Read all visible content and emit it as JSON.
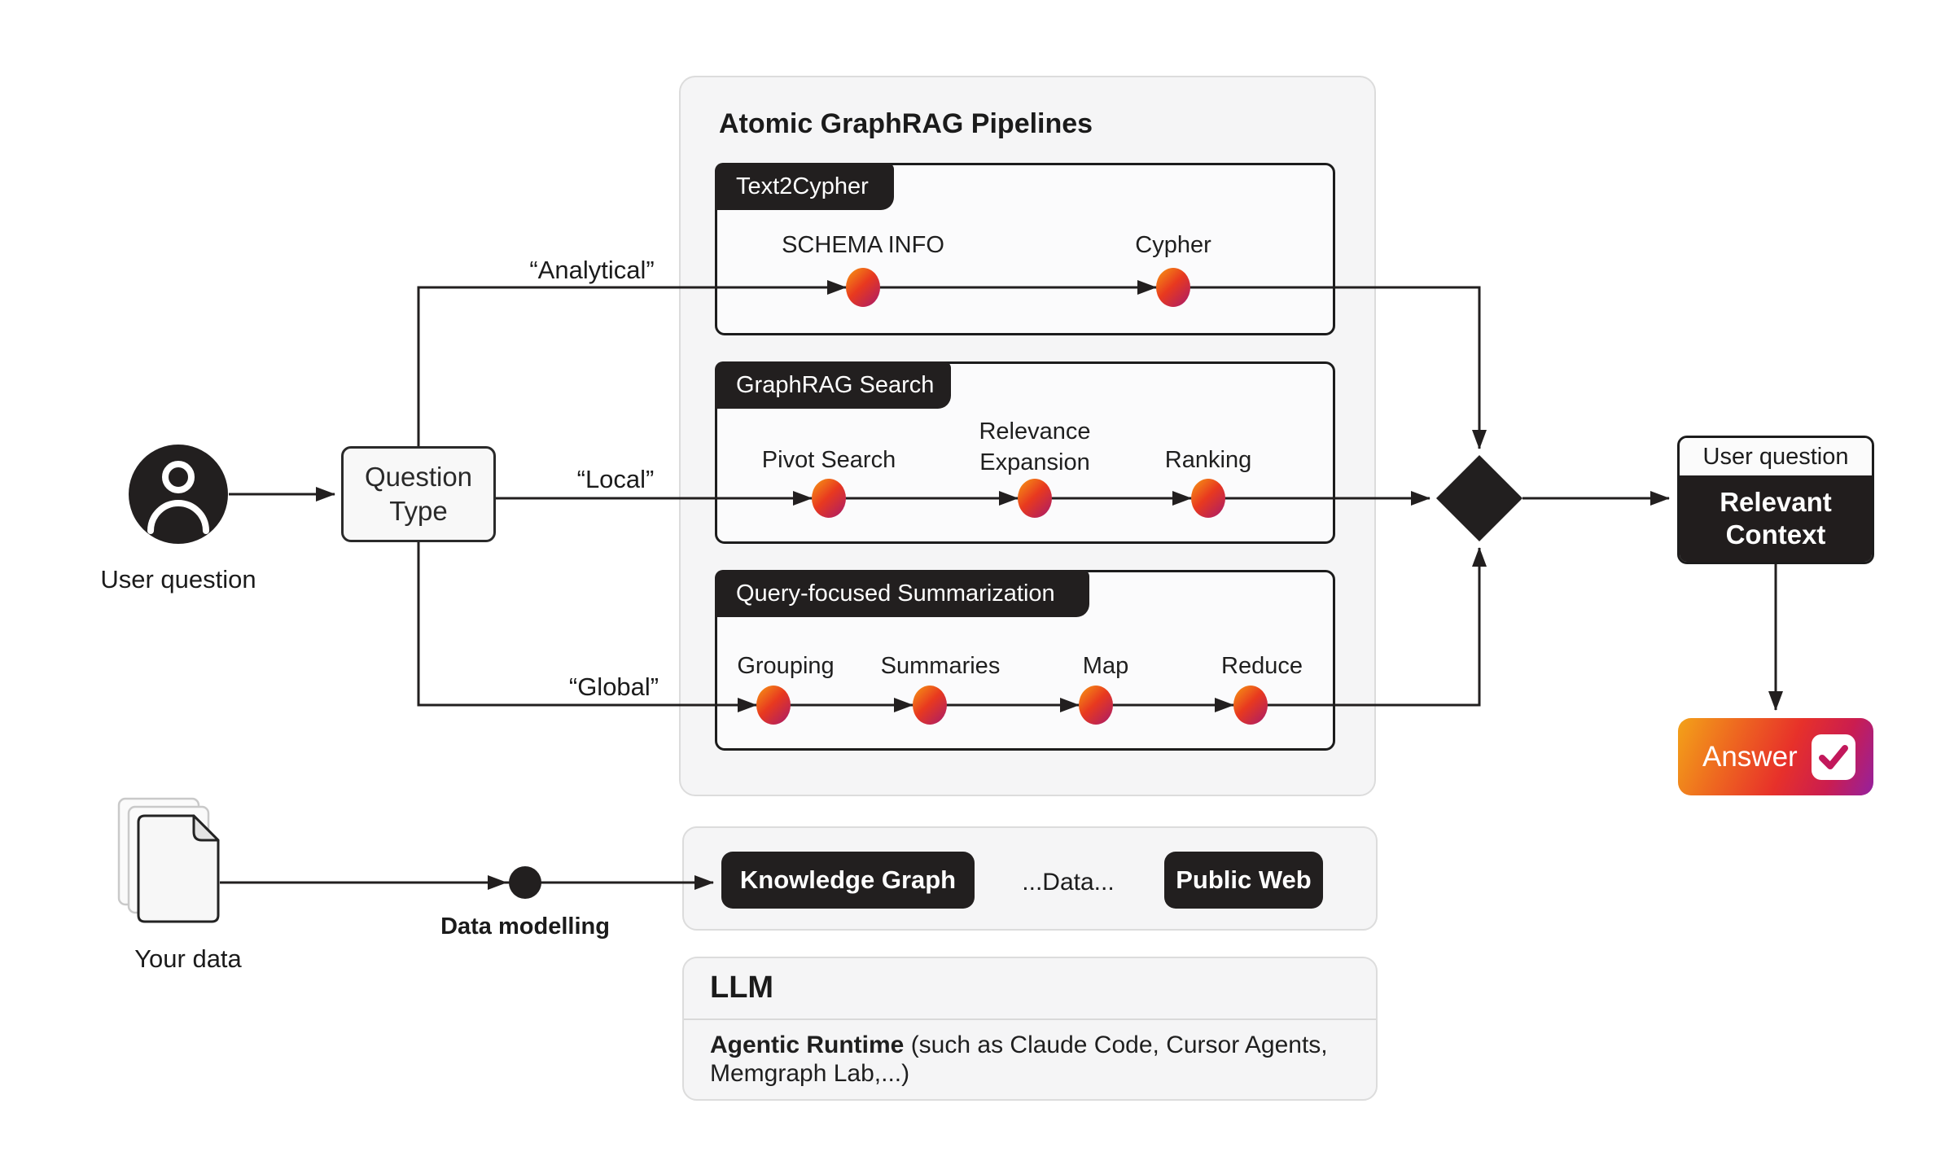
{
  "diagram": {
    "user": {
      "label": "User question"
    },
    "question_type": {
      "line1": "Question",
      "line2": "Type"
    },
    "branches": {
      "analytical": "“Analytical”",
      "local": "“Local”",
      "global": "“Global”"
    },
    "pipelines": {
      "title": "Atomic GraphRAG Pipelines",
      "sections": [
        {
          "tag": "Text2Cypher",
          "steps": [
            "SCHEMA INFO",
            "Cypher"
          ]
        },
        {
          "tag": "GraphRAG Search",
          "steps": [
            "Pivot Search",
            "Relevance Expansion",
            "Ranking"
          ]
        },
        {
          "tag": "Query-focused Summarization",
          "steps": [
            "Grouping",
            "Summaries",
            "Map",
            "Reduce"
          ]
        }
      ]
    },
    "result": {
      "context_header": "User question",
      "context_body": "Relevant Context",
      "answer": "Answer"
    },
    "data_layer": {
      "your_data": "Your data",
      "data_modelling": "Data modelling",
      "knowledge_graph": "Knowledge Graph",
      "data_ellipsis": "...Data...",
      "public_web": "Public Web"
    },
    "llm": {
      "title": "LLM",
      "runtime_bold": "Agentic Runtime",
      "runtime_rest": " (such as Claude Code, Cursor Agents, Memgraph Lab,...)"
    },
    "icons": {
      "user": "user-icon",
      "documents": "documents-icon",
      "merge": "merge-diamond-icon",
      "checkmark": "checkmark-icon",
      "data_node": "data-modelling-node"
    },
    "colors": {
      "ink": "#221f1f",
      "panel_bg": "#f5f5f6",
      "panel_border": "#dcdcdc",
      "node_gradient": [
        "#f79a14",
        "#e8391f",
        "#b01e62"
      ],
      "answer_gradient": [
        "#f3a219",
        "#e7312a",
        "#94219f"
      ],
      "check_color": "#c2185b"
    }
  }
}
